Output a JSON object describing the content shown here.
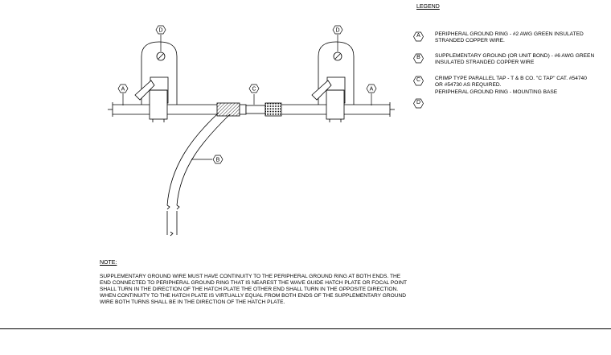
{
  "legend": {
    "title": "LEGEND",
    "items": [
      {
        "tag": "A",
        "text": "PERIPHERAL GROUND RING - #2 AWG GREEN INSULATED\nSTRANDED COPPER WIRE."
      },
      {
        "tag": "B",
        "text": "SUPPLEMENTARY GROUND (OR UNIT BOND) - #6 AWG GREEN\nINSULATED STRANDED COPPER WIRE"
      },
      {
        "tag": "C",
        "text": "CRIMP TYPE PARALLEL TAP - T & B CO. \"C TAP\" CAT. #54740\nOR #54730 AS REQUIRED."
      },
      {
        "tag": "D",
        "text": "PERIPHERAL GROUND RING - MOUNTING BASE"
      }
    ]
  },
  "callouts": {
    "a": "A",
    "b": "B",
    "c": "C",
    "d": "D"
  },
  "note": {
    "title": "NOTE:",
    "text": "SUPPLEMENTARY GROUND WIRE MUST HAVE CONTINUITY TO THE PERIPHERAL GROUND RING AT BOTH ENDS. THE\nEND CONNECTED TO PERIPHERAL GROUND RING THAT IS NEAREST THE WAVE GUIDE HATCH PLATE OR FOCAL POINT\nSHALL TURN IN THE DIRECTION OF THE HATCH PLATE THE OTHER END SHALL TURN IN THE OPPOSITE DIRECTION.\nWHEN CONTINUITY TO THE HATCH PLATE IS VIRTUALLY EQUAL FROM BOTH ENDS OF THE SUPPLEMENTARY GROUND\nWIRE BOTH TURNS SHALL BE IN THE DIRECTION OF THE HATCH PLATE."
  }
}
